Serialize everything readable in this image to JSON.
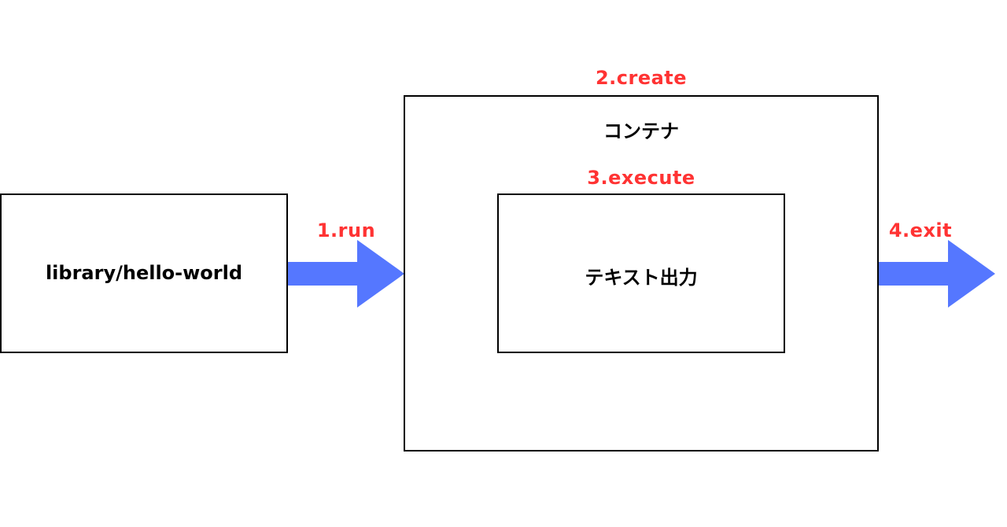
{
  "colors": {
    "arrow": "#5577ff",
    "step_text": "#ff3333",
    "border": "#000000"
  },
  "source": {
    "label": "library/hello-world"
  },
  "container": {
    "label": "コンテナ"
  },
  "inner": {
    "label": "テキスト出力"
  },
  "steps": {
    "run": "1.run",
    "create": "2.create",
    "execute": "3.execute",
    "exit": "4.exit"
  }
}
